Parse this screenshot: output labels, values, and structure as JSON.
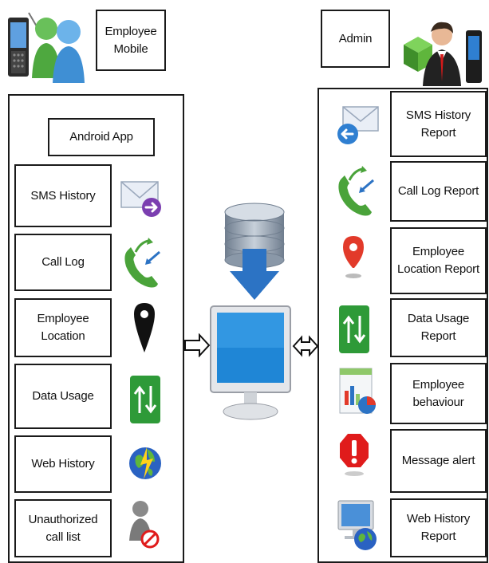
{
  "employee_header": {
    "label": [
      "Employee",
      "Mobile"
    ]
  },
  "admin_header": {
    "label": "Admin"
  },
  "android_app": {
    "label": "Android App"
  },
  "left_items": [
    {
      "label": [
        "SMS History"
      ],
      "icon": "envelope-forward-icon"
    },
    {
      "label": [
        "Call Log"
      ],
      "icon": "phone-call-log-icon"
    },
    {
      "label": [
        "Employee",
        "Location"
      ],
      "icon": "map-pin-icon"
    },
    {
      "label": [
        "Data Usage"
      ],
      "icon": "data-transfer-icon"
    },
    {
      "label": [
        "Web History"
      ],
      "icon": "globe-icon"
    },
    {
      "label": [
        "Unauthorized",
        "call list"
      ],
      "icon": "blocked-user-icon"
    }
  ],
  "right_items": [
    {
      "label": [
        "SMS History",
        "Report"
      ],
      "icon": "envelope-reply-icon"
    },
    {
      "label": [
        "Call Log Report"
      ],
      "icon": "phone-call-log-icon"
    },
    {
      "label": [
        "Employee",
        "Location Report"
      ],
      "icon": "location-marker-icon"
    },
    {
      "label": [
        "Data Usage",
        "Report"
      ],
      "icon": "data-transfer-icon"
    },
    {
      "label": [
        "Employee",
        "behaviour"
      ],
      "icon": "chart-report-icon"
    },
    {
      "label": [
        "Message alert"
      ],
      "icon": "alert-icon"
    },
    {
      "label": [
        "Web History",
        "Report"
      ],
      "icon": "monitor-globe-icon"
    }
  ],
  "colors": {
    "border": "#1a1a1a",
    "monitor_screen": "#1f86d6",
    "database": "#8a98a8",
    "arrow_blue": "#2c73c4",
    "phone_green": "#4aa33a",
    "alert_red": "#e01b1b"
  }
}
